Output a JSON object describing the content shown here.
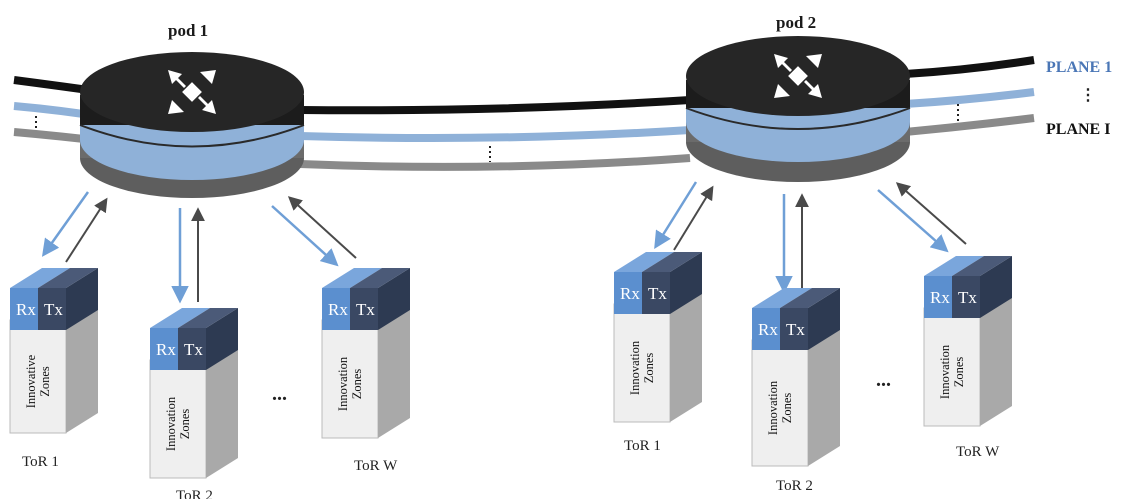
{
  "colors": {
    "plane_black": "#111111",
    "plane_blue": "#8fb1d8",
    "plane_gray": "#8a8a8a",
    "router_top": "#1c1c1c",
    "router_mid": "#8fb1d8",
    "router_bottom": "#6b6b6b",
    "rx": "#5b8fcf",
    "tx": "#3a4863",
    "arrow_blue": "#6f9fd6",
    "arrow_dark": "#4a4a4a",
    "plane1_label": "#4a76b6",
    "planeI_label": "#111111"
  },
  "pods": [
    {
      "title": "pod 1",
      "icon": "switch-cross-icon"
    },
    {
      "title": "pod 2",
      "icon": "switch-cross-icon"
    }
  ],
  "planes": {
    "first": "PLANE 1",
    "vertical_dots": "⋮",
    "last": "PLANE I"
  },
  "tor_labels": [
    "ToR 1",
    "ToR 2",
    "ToR W",
    "ToR 1",
    "ToR 2",
    "ToR W"
  ],
  "rx_label": "Rx",
  "tx_label": "Tx",
  "zone_labels": [
    [
      "Innovative",
      "Zones"
    ],
    [
      "Innovation",
      "Zones"
    ],
    [
      "Innovation",
      "Zones"
    ],
    [
      "Innovation",
      "Zones"
    ],
    [
      "Innovation",
      "Zones"
    ],
    [
      "Innovation",
      "Zones"
    ]
  ],
  "ellipsis": "..."
}
